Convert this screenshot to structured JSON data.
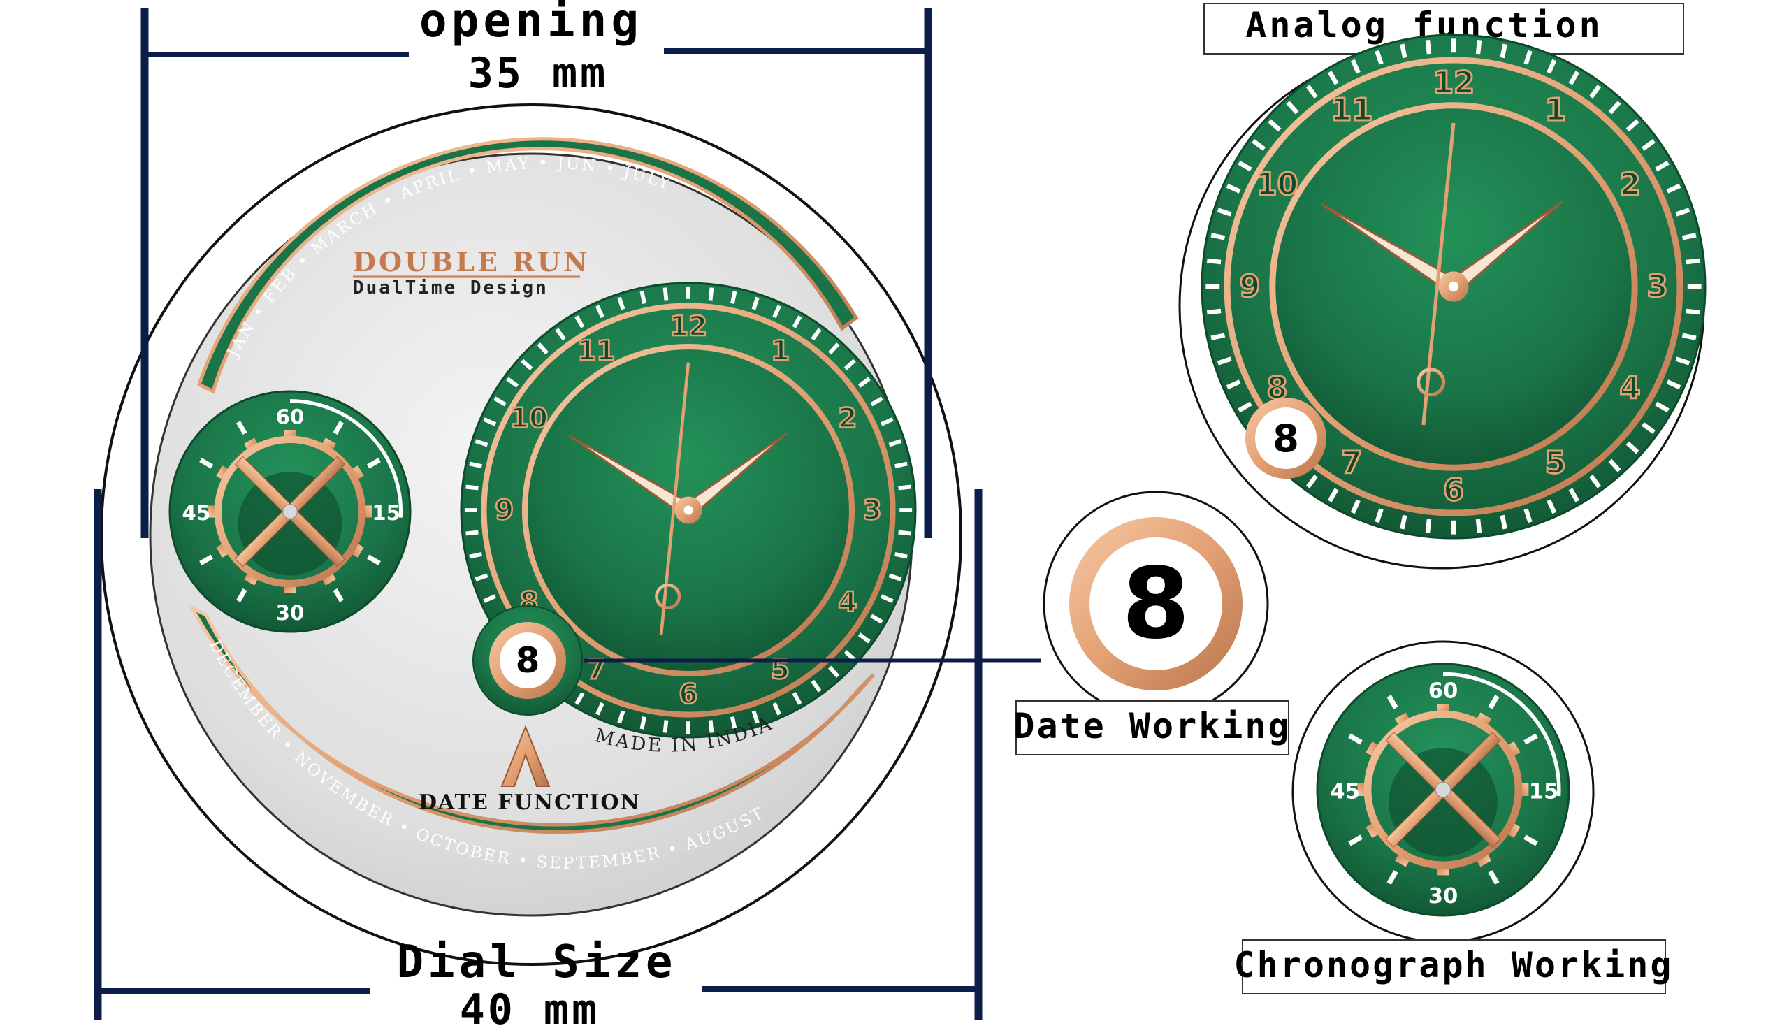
{
  "labels": {
    "opening_title": "opening",
    "opening_value": "35 mm",
    "dial_title": "Dial Size",
    "dial_value": "40 mm",
    "analog_function": "Analog function",
    "date_working": "Date Working",
    "chronograph_working": "Chronograph Working"
  },
  "dial": {
    "brand_name": "DOUBLE RUN",
    "brand_tagline": "DualTime Design",
    "made_in": "MADE IN INDIA",
    "date_function": "DATE FUNCTION",
    "date_value": "8",
    "months_top": [
      "JAN",
      "FEB",
      "MARCH",
      "APRIL",
      "MAY",
      "JUN",
      "JULY"
    ],
    "months_bottom": [
      "DECEMBER",
      "NOVEMBER",
      "OCTOBER",
      "SEPTEMBER",
      "AUGUST"
    ],
    "hour_numerals": [
      "12",
      "1",
      "2",
      "3",
      "4",
      "5",
      "6",
      "7",
      "8",
      "9",
      "10",
      "11"
    ],
    "chrono_numerals": [
      "60",
      "15",
      "30",
      "45"
    ]
  },
  "colors": {
    "green": "#1f7a4d",
    "green_dark": "#0d4a2c",
    "gold": "#e8a87c",
    "navy": "#0d1d4a",
    "silver": "#dcdcdc"
  }
}
